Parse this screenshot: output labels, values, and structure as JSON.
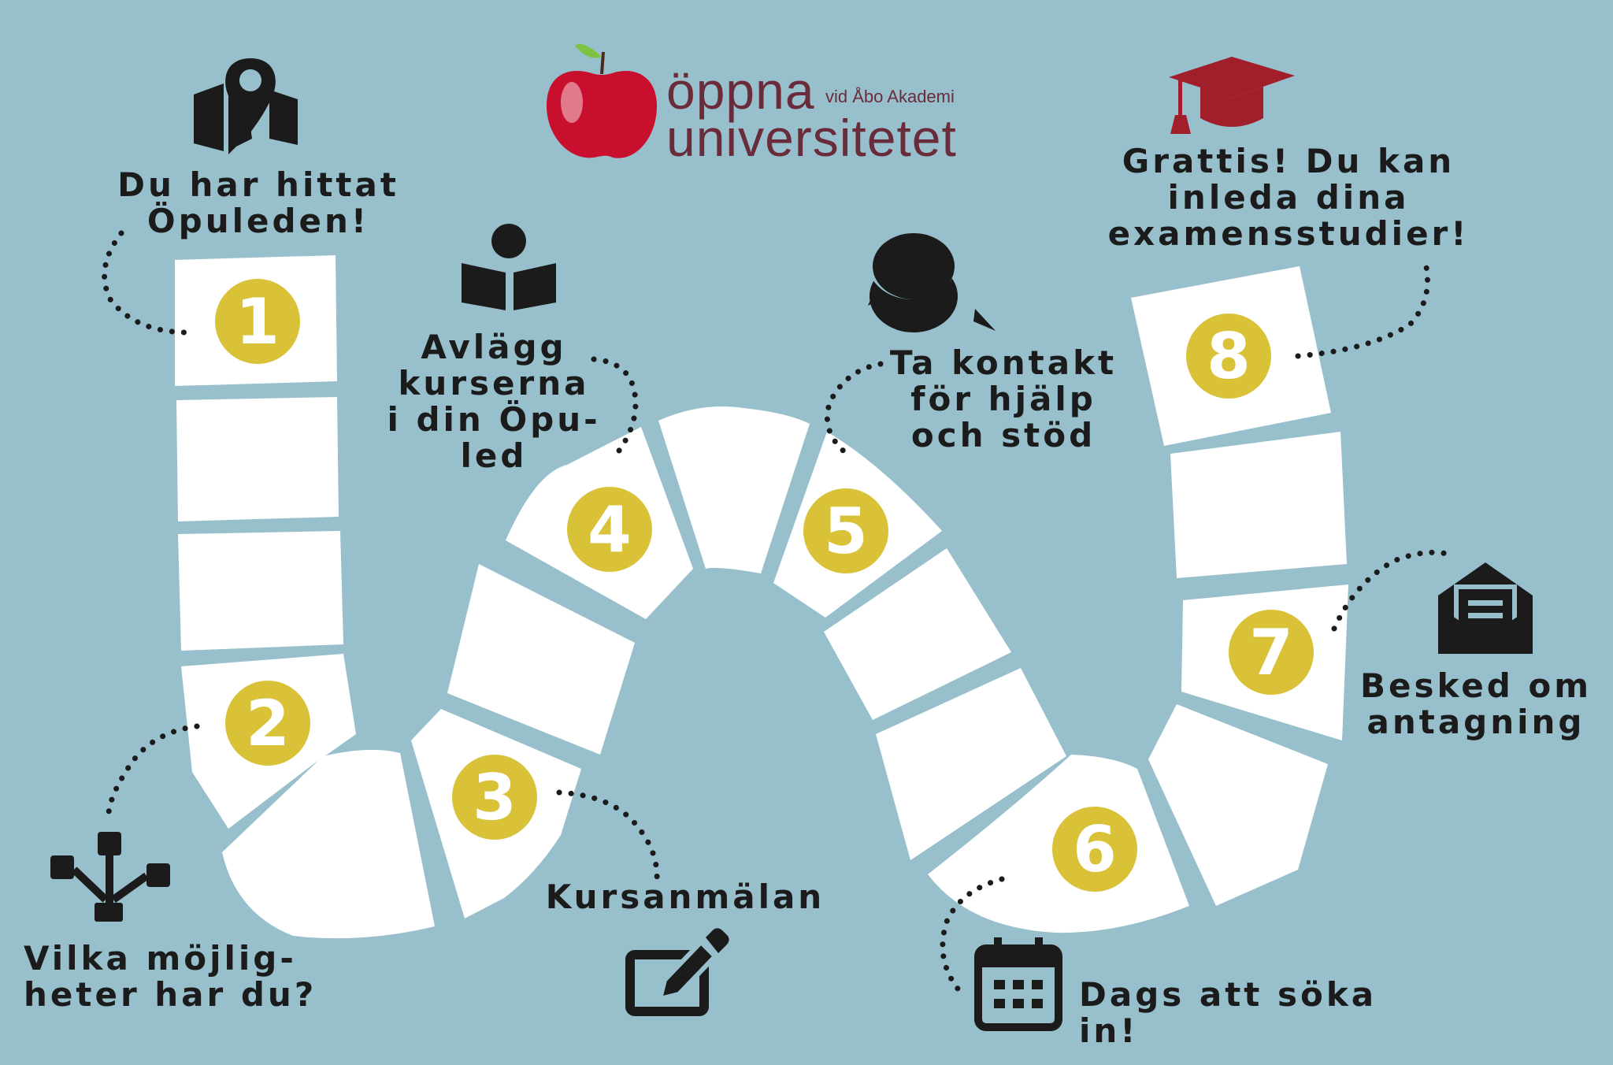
{
  "logo": {
    "word1": "öppna",
    "word2": "universitetet",
    "affiliation": "vid Åbo Akademi"
  },
  "steps": [
    {
      "number": "1",
      "label": "Du har hittat\nÖpuleden!",
      "icon": "map-pin-icon"
    },
    {
      "number": "2",
      "label": "Vilka möjlig-\nheter har du?",
      "icon": "options-tree-icon"
    },
    {
      "number": "3",
      "label": "Kursanmälan",
      "icon": "edit-form-icon"
    },
    {
      "number": "4",
      "label": "Avlägg\nkurserna\ni din Öpu-\nled",
      "icon": "reader-book-icon"
    },
    {
      "number": "5",
      "label": "Ta kontakt\nför hjälp\noch stöd",
      "icon": "chat-bubbles-icon"
    },
    {
      "number": "6",
      "label": "Dags att söka in!",
      "icon": "calendar-icon"
    },
    {
      "number": "7",
      "label": "Besked om\nantagning",
      "icon": "envelope-letter-icon"
    },
    {
      "number": "8",
      "label": "Grattis! Du kan\ninleda dina\nexamensstudier!",
      "icon": "graduation-cap-icon"
    }
  ],
  "colors": {
    "background": "#98c0cc",
    "tile": "#ffffff",
    "number_circle": "#d9c238",
    "text": "#1b1b1b",
    "graduation_cap": "#a01f2b",
    "apple": "#c8102e",
    "logo_text": "#6a2b3a"
  }
}
